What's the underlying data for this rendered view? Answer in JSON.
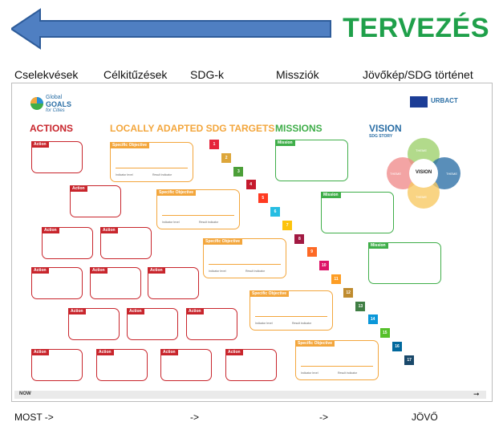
{
  "header": {
    "title": "TERVEZÉS",
    "title_color": "#1fa04a",
    "arrow_color": "#4f7fc2"
  },
  "stages": [
    "Cselekvések",
    "Célkitűzések",
    "SDG-k",
    "Missziók",
    "Jövőkép/SDG történet"
  ],
  "board": {
    "logo": {
      "line1": "Global",
      "line2": "GOALS",
      "line3": "for Cities"
    },
    "partner_logo": "URBACT",
    "columns": {
      "actions": "ACTIONS",
      "targets": "LOCALLY ADAPTED SDG TARGETS",
      "missions": "MISSIONS",
      "vision": "VISION",
      "vision_sub": "SDG STORY"
    },
    "card_labels": {
      "action": "Action",
      "objective": "Specific Objective",
      "mission": "Mission",
      "indicator": "Indicator level",
      "target": "Result indicator"
    },
    "vision_diagram": {
      "center": "VISION",
      "petal": "THEME"
    },
    "sdg_colors": [
      "#e5243b",
      "#dda63a",
      "#4c9f38",
      "#c5192d",
      "#ff3a21",
      "#26bde2",
      "#fcc30b",
      "#a21942",
      "#fd6925",
      "#dd1367",
      "#fd9d24",
      "#bf8b2e",
      "#3f7e44",
      "#0a97d9",
      "#56c02b",
      "#00689d",
      "#19486a"
    ],
    "now": "NOW"
  },
  "timeline": {
    "start": "MOST ->",
    "mid1": "->",
    "mid2": "->",
    "end": "JÖVŐ"
  }
}
